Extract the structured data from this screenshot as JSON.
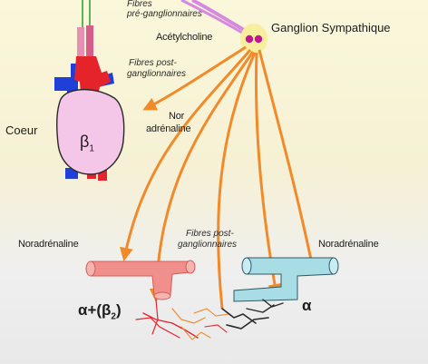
{
  "labels": {
    "fibres_pre_line1": "Fibres",
    "fibres_pre_line2": "pré-ganglionnaires",
    "acetylcholine": "Acétylcholine",
    "ganglion": "Ganglion Sympathique",
    "fibres_post_top_line1": "Fibres post-",
    "fibres_post_top_line2": "ganglionnaires",
    "noradr_top_line1": "Nor",
    "noradr_top_line2": "adrénaline",
    "coeur": "Coeur",
    "beta1_base": "β",
    "beta1_sub": "1",
    "noradr_left": "Noradrénaline",
    "fibres_post_mid_line1": "Fibres post-",
    "fibres_post_mid_line2": "ganglionnaires",
    "noradr_right": "Noradrénaline",
    "alpha_beta_prefix": "α+(β",
    "alpha_beta_sub": "2",
    "alpha_beta_suffix": ")",
    "alpha": "α"
  },
  "colors": {
    "background": "#fbf7da",
    "fibre_orange": "#f08a2a",
    "ganglion_yellow": "#f7ef9e",
    "ganglion_magenta": "#c2168f",
    "heart_pink": "#f4c6e8",
    "vein_blue": "#1f3fd8",
    "artery_red": "#e5232b",
    "vessel_red": "#f08f8c",
    "vessel_blue": "#a9dde6",
    "pre_fibre_violet": "#d58adf"
  }
}
